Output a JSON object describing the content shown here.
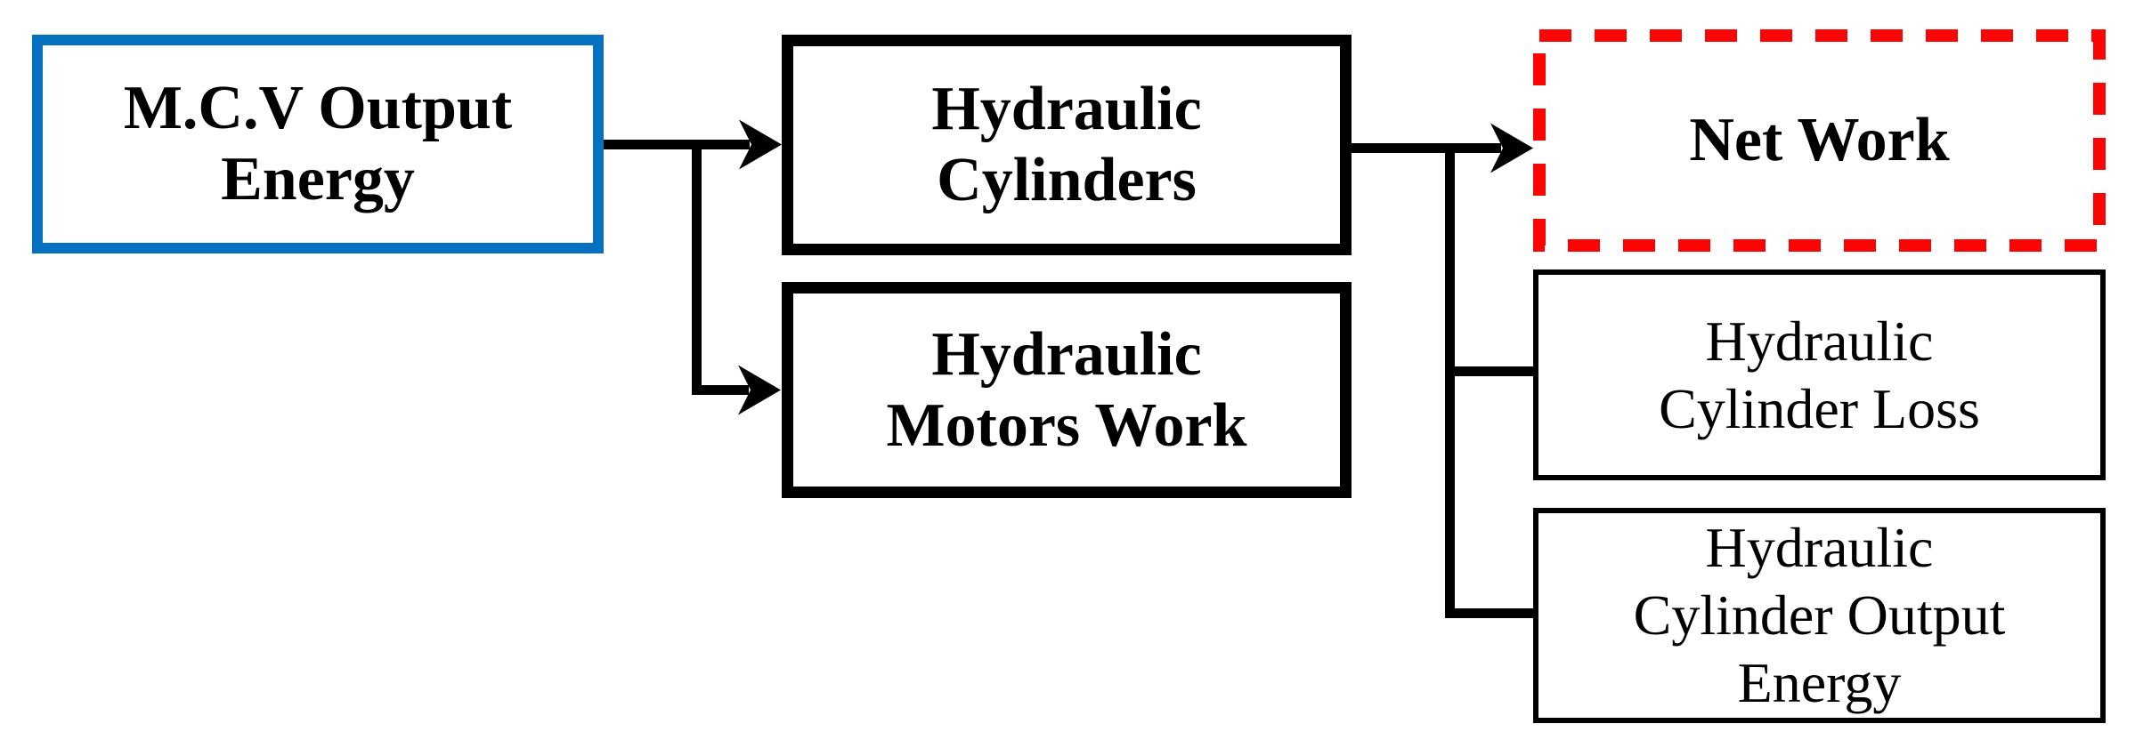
{
  "colors": {
    "blue": "#0571C0",
    "red": "#FA0404",
    "black": "#000000",
    "background": "#FFFFFF"
  },
  "figure": {
    "kind": "energy-flow-block-diagram",
    "boxes": [
      {
        "id": "mcv-output-energy",
        "lines": [
          "M.C.V Output",
          "Energy"
        ],
        "border": "thick-solid-blue",
        "bold": true
      },
      {
        "id": "hydraulic-cylinders",
        "lines": [
          "Hydraulic",
          "Cylinders"
        ],
        "border": "thick-solid-black",
        "bold": true
      },
      {
        "id": "hydraulic-motors-work",
        "lines": [
          "Hydraulic",
          "Motors Work"
        ],
        "border": "thick-solid-black",
        "bold": true
      },
      {
        "id": "net-work",
        "lines": [
          "Net Work"
        ],
        "border": "thick-dashed-red",
        "bold": true
      },
      {
        "id": "hydraulic-cylinder-loss",
        "lines": [
          "Hydraulic",
          "Cylinder Loss"
        ],
        "border": "thin-solid-black",
        "bold": false
      },
      {
        "id": "hydraulic-cylinder-output-energy",
        "lines": [
          "Hydraulic",
          "Cylinder Output",
          "Energy"
        ],
        "border": "thin-solid-black",
        "bold": false
      }
    ],
    "connectors": [
      {
        "from": "mcv-output-energy",
        "to": "hydraulic-cylinders",
        "arrowhead": true
      },
      {
        "from": "mcv-output-energy",
        "to": "hydraulic-motors-work",
        "arrowhead": true
      },
      {
        "from": "hydraulic-cylinders",
        "to": "net-work",
        "arrowhead": true
      },
      {
        "from": "hydraulic-cylinders",
        "to": "hydraulic-cylinder-loss",
        "arrowhead": false
      },
      {
        "from": "hydraulic-cylinders",
        "to": "hydraulic-cylinder-output-energy",
        "arrowhead": false
      }
    ]
  }
}
